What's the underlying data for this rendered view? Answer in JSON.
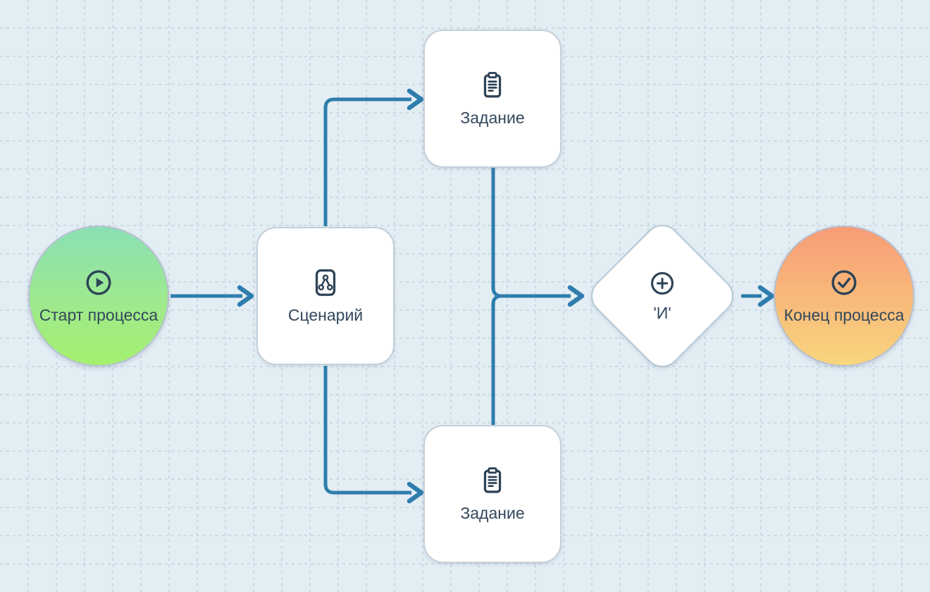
{
  "diagram": {
    "kind": "process-flow-diagram",
    "background_color": "#e3edf4",
    "grid_color": "#ccd9e3",
    "edge_color": "#2e7dad",
    "text_color": "#33475c",
    "icon_color": "#2d4356",
    "nodes": [
      {
        "id": "start",
        "type": "start-event",
        "label": "Старт процесса",
        "icon": "play-circle-icon",
        "gradient_top": "#8ae0b4",
        "gradient_bottom": "#a4f06e"
      },
      {
        "id": "scenario",
        "type": "scenario-activity",
        "label": "Сценарий",
        "icon": "workflow-icon"
      },
      {
        "id": "task-top",
        "type": "task",
        "label": "Задание",
        "icon": "clipboard-icon"
      },
      {
        "id": "task-bottom",
        "type": "task",
        "label": "Задание",
        "icon": "clipboard-icon"
      },
      {
        "id": "gateway",
        "type": "parallel-gateway",
        "label": "'И'",
        "icon": "plus-circle-icon"
      },
      {
        "id": "end",
        "type": "end-event",
        "label": "Конец процесса",
        "icon": "check-circle-icon",
        "gradient_top": "#f79c76",
        "gradient_bottom": "#f9d67e"
      }
    ],
    "edges": [
      {
        "from": "start",
        "to": "scenario"
      },
      {
        "from": "scenario",
        "to": "task-top"
      },
      {
        "from": "scenario",
        "to": "task-bottom"
      },
      {
        "from": "task-top",
        "to": "gateway"
      },
      {
        "from": "task-bottom",
        "to": "gateway"
      },
      {
        "from": "gateway",
        "to": "end"
      }
    ]
  }
}
